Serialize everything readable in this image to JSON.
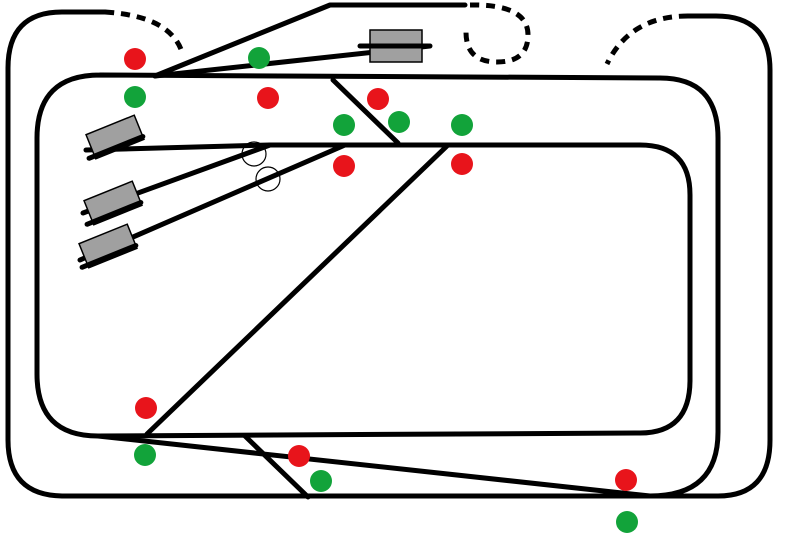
{
  "colors": {
    "track": "#000000",
    "signal_red": "#e8141b",
    "signal_green": "#12a33a",
    "wagon_fill": "#a0a0a0",
    "background": "#ffffff"
  },
  "signals": [
    {
      "id": "s1",
      "color": "red"
    },
    {
      "id": "s2",
      "color": "green"
    },
    {
      "id": "s3",
      "color": "green"
    },
    {
      "id": "s4",
      "color": "red"
    },
    {
      "id": "s5",
      "color": "red"
    },
    {
      "id": "s6",
      "color": "green"
    },
    {
      "id": "s7",
      "color": "green"
    },
    {
      "id": "s8",
      "color": "green"
    },
    {
      "id": "s9",
      "color": "red"
    },
    {
      "id": "s10",
      "color": "red"
    },
    {
      "id": "s11",
      "color": "red"
    },
    {
      "id": "s12",
      "color": "green"
    },
    {
      "id": "s13",
      "color": "red"
    },
    {
      "id": "s14",
      "color": "green"
    },
    {
      "id": "s15",
      "color": "red"
    },
    {
      "id": "s16",
      "color": "green"
    }
  ],
  "wagons": [
    "wagon-top",
    "wagon-siding-1",
    "wagon-siding-2",
    "wagon-siding-3"
  ],
  "icons": {
    "signal": "circle-signal-icon",
    "wagon": "rail-wagon-icon",
    "junction": "junction-circle-icon"
  }
}
